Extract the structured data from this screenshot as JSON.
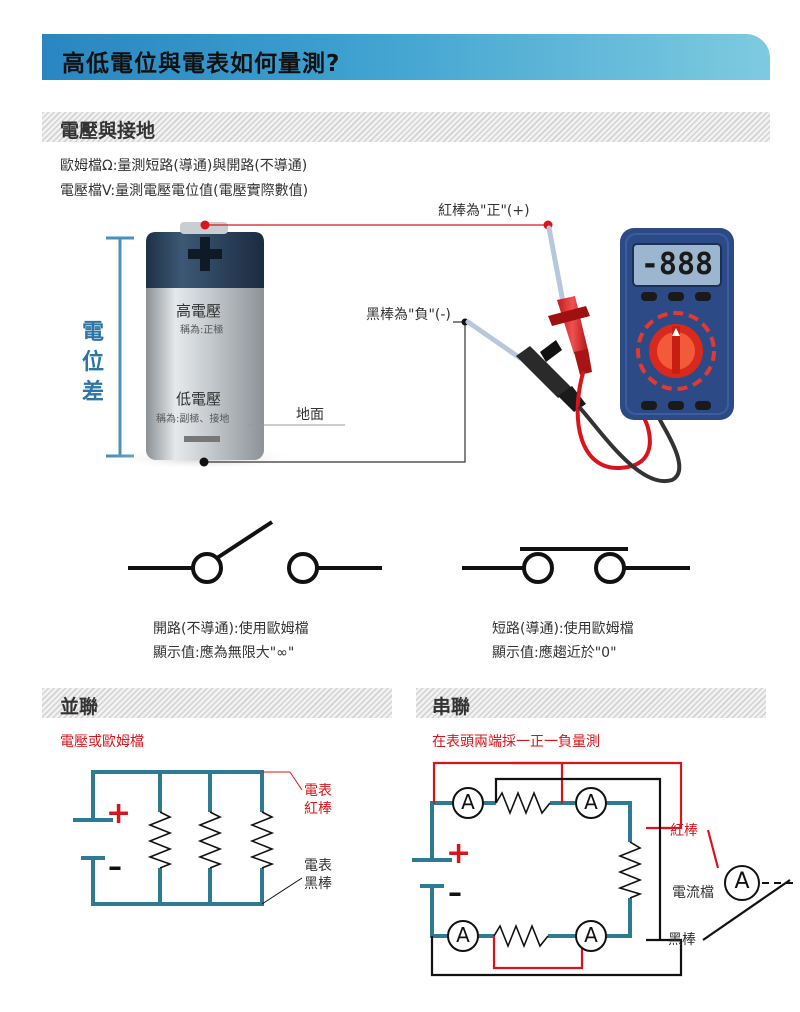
{
  "title": "高低電位與電表如何量測?",
  "sections": {
    "ground": {
      "label": "電壓與接地",
      "line1": "歐姆檔Ω:量測短路(導通)與開路(不導通)",
      "line2": "電壓檔V:量測電壓電位值(電壓實際數值)"
    },
    "parallel": {
      "label": "並聯",
      "subtitle": "電壓或歐姆檔"
    },
    "series": {
      "label": "串聯",
      "subtitle": "在表頭兩端採一正一負量測"
    }
  },
  "battery": {
    "high_label": "高電壓",
    "high_sub": "稱為:正極",
    "low_label": "低電壓",
    "low_sub": "稱為:副極、接地",
    "plus_symbol": "+",
    "potential_diff": [
      "電",
      "位",
      "差"
    ],
    "ground_label": "地面"
  },
  "probes": {
    "red_label": "紅棒為\"正\"(+)",
    "black_label": "黑棒為\"負\"(-)"
  },
  "meter": {
    "display": "-888"
  },
  "switches": {
    "open_line1": "開路(不導通):使用歐姆檔",
    "open_line2": "顯示值:應為無限大\"∞\"",
    "short_line1": "短路(導通):使用歐姆檔",
    "short_line2": "顯示值:應趨近於\"0\""
  },
  "parallel_circuit": {
    "plus": "+",
    "minus": "–",
    "meter_red_1": "電表",
    "meter_red_2": "紅棒",
    "meter_black_1": "電表",
    "meter_black_2": "黑棒"
  },
  "series_circuit": {
    "plus": "+",
    "minus": "–",
    "ammeter_symbol": "A",
    "red_probe": "紅棒",
    "current_range": "電流檔",
    "black_probe": "黑棒"
  },
  "colors": {
    "accent_blue": "#2b76a5",
    "wire_teal": "#2e7a93",
    "probe_red": "#d9141c",
    "meter_body": "#2c4a86",
    "display_bg": "#9db6cf"
  }
}
